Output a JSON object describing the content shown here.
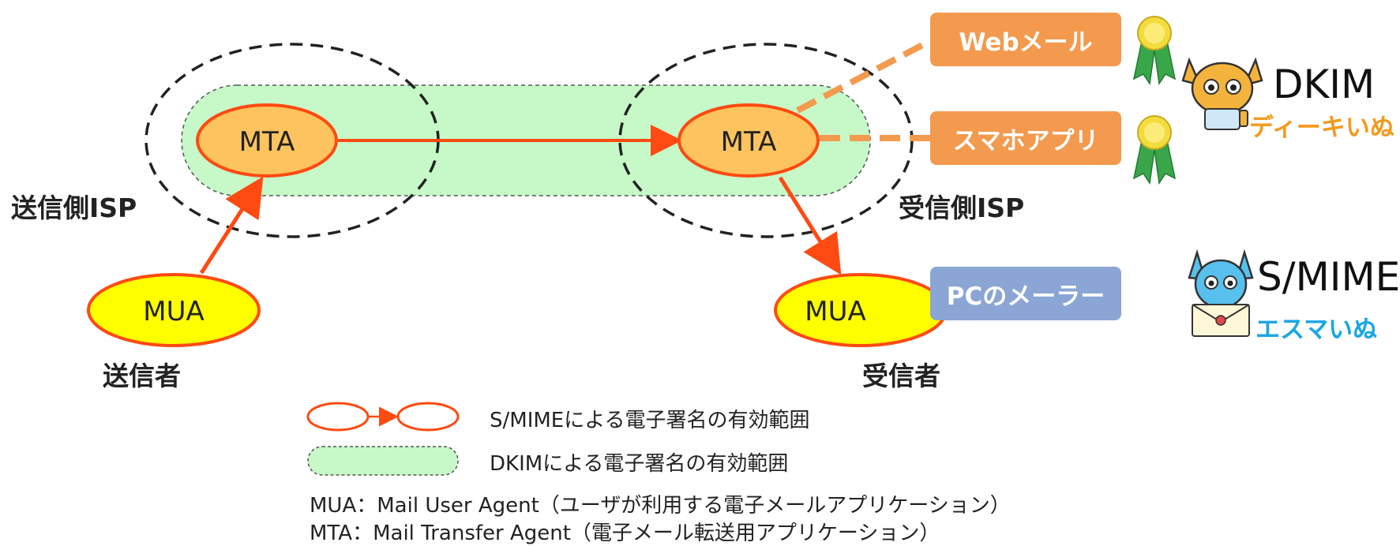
{
  "labels": {
    "sender_isp": "送信側ISP",
    "receiver_isp": "受信側ISP",
    "sender": "送信者",
    "receiver": "受信者"
  },
  "nodes": {
    "mta_sender": "MTA",
    "mta_receiver": "MTA",
    "mua_sender": "MUA",
    "mua_receiver": "MUA"
  },
  "clients": {
    "webmail": "Webメール",
    "smartphone_app": "スマホアプリ",
    "pc_mailer": "PCのメーラー"
  },
  "mascots": {
    "dkim_title": "DKIM",
    "dkim_name": "ディーキいぬ",
    "smime_title": "S/MIME",
    "smime_name": "エスマいぬ"
  },
  "legend": {
    "smime_range": "S/MIMEによる電子署名の有効範囲",
    "dkim_range": "DKIMによる電子署名の有効範囲"
  },
  "notes": {
    "mua": "MUA：Mail User Agent（ユーザが利用する電子メールアプリケーション）",
    "mta": "MTA：Mail Transfer Agent（電子メール転送用アプリケーション）"
  },
  "colors": {
    "dkim_fill": "#c6f9c7",
    "mta_fill": "#fdc35e",
    "mua_fill": "#ffff00",
    "arrow": "#ff4a12",
    "webmail_tag": "#f39a4e",
    "pc_tag": "#8ba6d4",
    "dkim_name": "#f39a1e",
    "smime_name": "#1ba6e4"
  }
}
